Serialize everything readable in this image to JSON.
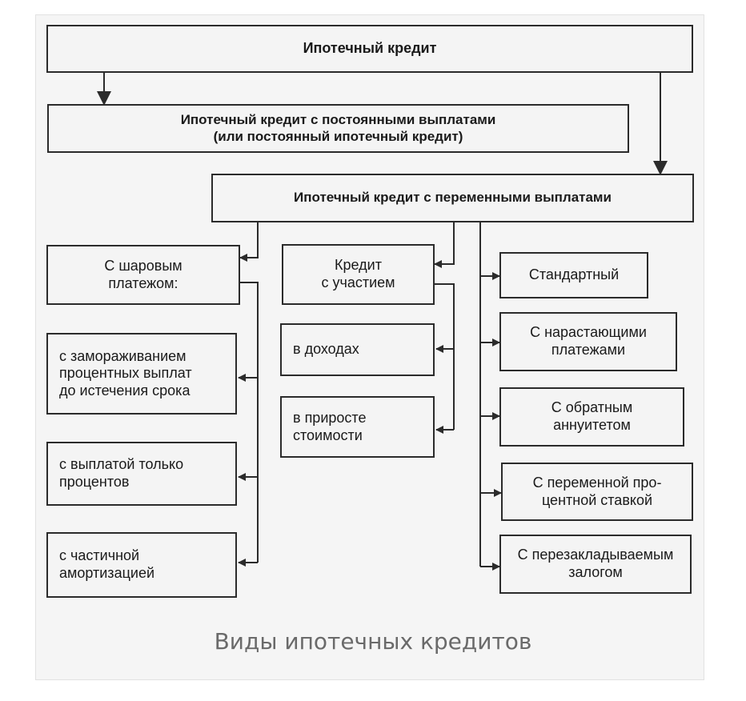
{
  "diagram": {
    "root": "Ипотечный кредит",
    "fixed": "Ипотечный кредит с постоянными выплатами\n(или постоянный ипотечный кредит)",
    "variable": "Ипотечный кредит с переменными выплатами",
    "balloon": {
      "label": "С шаровым\nплатежом:",
      "children": [
        "с замораживанием\nпроцентных выплат\nдо истечения срока",
        "с выплатой только\nпроцентов",
        "с частичной\nамортизацией"
      ]
    },
    "participation": {
      "label": "Кредит\nс участием",
      "children": [
        "в доходах",
        "в приросте\nстоимости"
      ]
    },
    "right_items": [
      "Стандартный",
      "С нарастающими\nплатежами",
      "С обратным\nаннуитетом",
      "С переменной про-\nцентной ставкой",
      "С перезакладываемым\nзалогом"
    ]
  },
  "caption": "Виды ипотечных кредитов",
  "colors": {
    "line": "#2b2b2b",
    "box_fill": "#f4f4f4",
    "frame_bg": "#f5f5f5",
    "caption": "#6a6a6a"
  }
}
